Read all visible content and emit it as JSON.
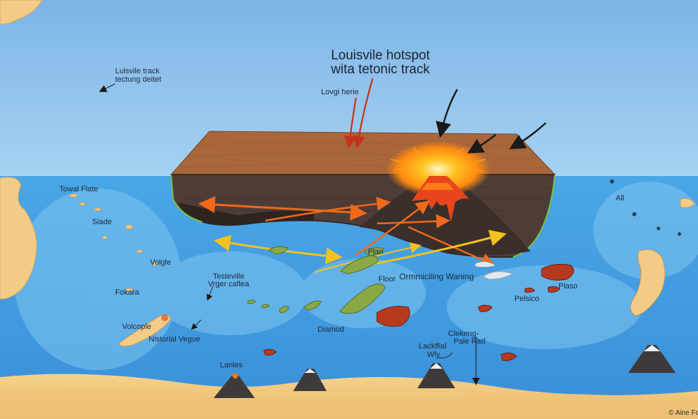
{
  "title": {
    "line1": "Louisvile hotspot",
    "line2": "wita tetonic track"
  },
  "labels": {
    "track_note_1": "Luisvile track",
    "track_note_2": "tectung deitet",
    "longitude": "Lovgi herie",
    "total_plate": "Towal Flate",
    "siade": "Siade",
    "volgle": "Volgle",
    "fokara": "Fokara",
    "volcople": "Volcople",
    "nistorial": "Nistorial Vegue",
    "lanles": "Lanles",
    "testeville_1": "Testeville",
    "testeville_2": "Vrger caflea",
    "diamod": "Diamod",
    "plan": "Plan",
    "floor": "Floor",
    "ormmicling": "Ormmiciling Waning",
    "all": "All",
    "plaso": "Plaso",
    "pelsico": "Pelsico",
    "clekeng_1": "Clekeng-",
    "clekeng_2": "Pale Rad",
    "lacklfial_1": "Lacklfial",
    "lacklfial_2": "Wly",
    "credit": "© Aine Fo"
  },
  "colors": {
    "ocean_deep": "#3f9be0",
    "ocean_shallow": "#7ec5f0",
    "sky": "#8cc0ea",
    "plate_top": "#a8663a",
    "plate_side": "#4a3a33",
    "land": "#f2cc86",
    "lava": "#e8451c",
    "glow": "#ffb21a",
    "arrow_orange": "#f06a1a",
    "arrow_yellow": "#f0c020",
    "island_green": "#8aa845",
    "rock_red": "#b83a1e"
  }
}
